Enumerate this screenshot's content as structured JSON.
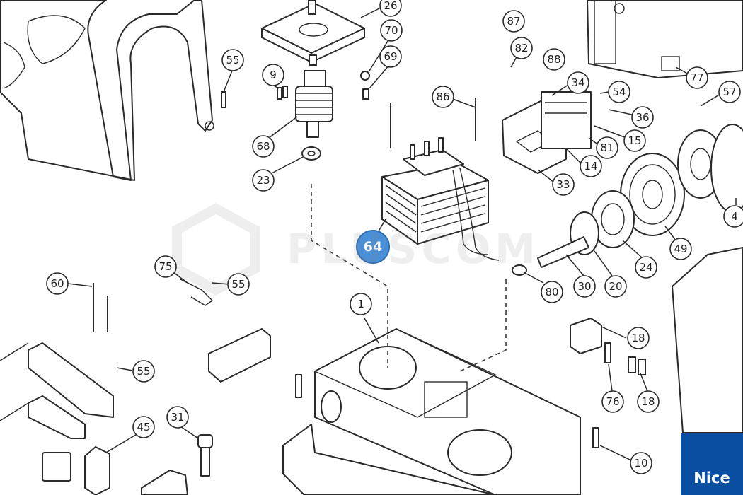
{
  "watermark_text": "PLUSCOM",
  "brand_logo_text": "Nice",
  "highlight_color": "#4a90d9",
  "brand_color": "#0a4ea2",
  "highlighted_part": "64",
  "callouts": [
    "26",
    "70",
    "69",
    "55",
    "9",
    "68",
    "23",
    "87",
    "88",
    "82",
    "86",
    "34",
    "54",
    "36",
    "15",
    "81",
    "14",
    "33",
    "77",
    "57",
    "49",
    "24",
    "20",
    "30",
    "4",
    "80",
    "75",
    "60",
    "55",
    "1",
    "18",
    "76",
    "18",
    "55",
    "45",
    "31",
    "10"
  ]
}
